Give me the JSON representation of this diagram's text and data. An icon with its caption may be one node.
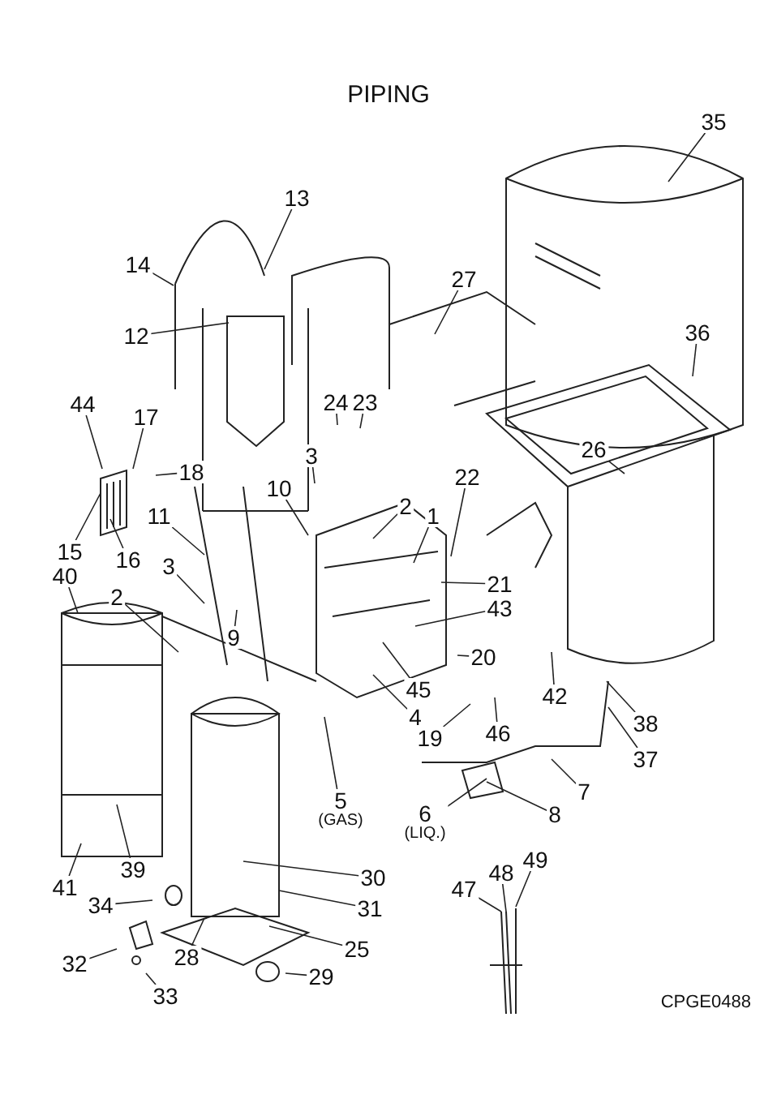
{
  "diagram": {
    "title": "PIPING",
    "nodes": [
      {
        "text": [
          "35"
        ]
      },
      {
        "text": [
          "13"
        ]
      },
      {
        "text": [
          "14"
        ]
      },
      {
        "text": [
          "12"
        ]
      },
      {
        "text": [
          "27"
        ]
      },
      {
        "text": [
          "36"
        ]
      },
      {
        "text": [
          "24"
        ]
      },
      {
        "text": [
          "23"
        ]
      },
      {
        "text": [
          "44"
        ]
      },
      {
        "text": [
          "17"
        ]
      },
      {
        "text": [
          "3"
        ]
      },
      {
        "text": [
          "26"
        ]
      },
      {
        "text": [
          "18"
        ]
      },
      {
        "text": [
          "22"
        ]
      },
      {
        "text": [
          "10"
        ]
      },
      {
        "text": [
          "2"
        ]
      },
      {
        "text": [
          "11"
        ]
      },
      {
        "text": [
          "1"
        ]
      },
      {
        "text": [
          "15"
        ]
      },
      {
        "text": [
          "16"
        ]
      },
      {
        "text": [
          "3"
        ]
      },
      {
        "text": [
          "21"
        ]
      },
      {
        "text": [
          "40"
        ]
      },
      {
        "text": [
          "2"
        ]
      },
      {
        "text": [
          "43"
        ]
      },
      {
        "text": [
          "9"
        ]
      },
      {
        "text": [
          "20"
        ]
      },
      {
        "text": [
          "42"
        ]
      },
      {
        "text": [
          "45"
        ]
      },
      {
        "text": [
          "4"
        ]
      },
      {
        "text": [
          "38"
        ]
      },
      {
        "text": [
          "19"
        ]
      },
      {
        "text": [
          "46"
        ]
      },
      {
        "text": [
          "37"
        ]
      },
      {
        "text": [
          "5",
          "(GAS)"
        ]
      },
      {
        "text": [
          "7"
        ]
      },
      {
        "text": [
          "6",
          "(LIQ.)"
        ]
      },
      {
        "text": [
          "8"
        ]
      },
      {
        "text": [
          "41"
        ]
      },
      {
        "text": [
          "39"
        ]
      },
      {
        "text": [
          "30"
        ]
      },
      {
        "text": [
          "31"
        ]
      },
      {
        "text": [
          "34"
        ]
      },
      {
        "text": [
          "32"
        ]
      },
      {
        "text": [
          "28"
        ]
      },
      {
        "text": [
          "25"
        ]
      },
      {
        "text": [
          "29"
        ]
      },
      {
        "text": [
          "33"
        ]
      },
      {
        "text": [
          "47"
        ]
      },
      {
        "text": [
          "48"
        ]
      },
      {
        "text": [
          "49"
        ]
      }
    ],
    "edges": [
      {
        "from": 0,
        "to": null,
        "arrow": "none"
      },
      {
        "from": 1,
        "to": null,
        "arrow": "none"
      },
      {
        "from": 2,
        "to": null,
        "arrow": "none"
      },
      {
        "from": 3,
        "to": null,
        "arrow": "none"
      },
      {
        "from": 4,
        "to": null,
        "arrow": "none"
      },
      {
        "from": 5,
        "to": null,
        "arrow": "none"
      },
      {
        "from": 6,
        "to": null,
        "arrow": "none"
      },
      {
        "from": 7,
        "to": null,
        "arrow": "none"
      },
      {
        "from": 8,
        "to": null,
        "arrow": "none"
      },
      {
        "from": 9,
        "to": null,
        "arrow": "none"
      },
      {
        "from": 10,
        "to": null,
        "arrow": "none"
      },
      {
        "from": 11,
        "to": null,
        "arrow": "none"
      },
      {
        "from": 12,
        "to": null,
        "arrow": "none"
      },
      {
        "from": 13,
        "to": null,
        "arrow": "none"
      },
      {
        "from": 14,
        "to": null,
        "arrow": "none"
      },
      {
        "from": 15,
        "to": null,
        "arrow": "none"
      },
      {
        "from": 16,
        "to": null,
        "arrow": "none"
      },
      {
        "from": 17,
        "to": null,
        "arrow": "none"
      },
      {
        "from": 18,
        "to": null,
        "arrow": "none"
      },
      {
        "from": 19,
        "to": null,
        "arrow": "none"
      },
      {
        "from": 20,
        "to": null,
        "arrow": "none"
      },
      {
        "from": 21,
        "to": null,
        "arrow": "none"
      },
      {
        "from": 22,
        "to": null,
        "arrow": "none"
      },
      {
        "from": 23,
        "to": null,
        "arrow": "none"
      },
      {
        "from": 24,
        "to": null,
        "arrow": "none"
      },
      {
        "from": 25,
        "to": null,
        "arrow": "none"
      },
      {
        "from": 26,
        "to": null,
        "arrow": "none"
      },
      {
        "from": 27,
        "to": null,
        "arrow": "none"
      },
      {
        "from": 28,
        "to": null,
        "arrow": "none"
      },
      {
        "from": 29,
        "to": null,
        "arrow": "none"
      },
      {
        "from": 30,
        "to": null,
        "arrow": "none"
      },
      {
        "from": 31,
        "to": null,
        "arrow": "none"
      },
      {
        "from": 32,
        "to": null,
        "arrow": "none"
      },
      {
        "from": 33,
        "to": null,
        "arrow": "none"
      },
      {
        "from": 34,
        "to": null,
        "arrow": "none"
      },
      {
        "from": 35,
        "to": null,
        "arrow": "none"
      },
      {
        "from": 36,
        "to": null,
        "arrow": "none"
      },
      {
        "from": 37,
        "to": null,
        "arrow": "none"
      },
      {
        "from": 38,
        "to": null,
        "arrow": "none"
      },
      {
        "from": 39,
        "to": null,
        "arrow": "none"
      },
      {
        "from": 40,
        "to": null,
        "arrow": "none"
      },
      {
        "from": 41,
        "to": null,
        "arrow": "none"
      },
      {
        "from": 42,
        "to": null,
        "arrow": "none"
      },
      {
        "from": 43,
        "to": null,
        "arrow": "none"
      },
      {
        "from": 44,
        "to": null,
        "arrow": "none"
      },
      {
        "from": 45,
        "to": null,
        "arrow": "none"
      },
      {
        "from": 46,
        "to": null,
        "arrow": "none"
      },
      {
        "from": 47,
        "to": null,
        "arrow": "none"
      },
      {
        "from": 48,
        "to": null,
        "arrow": "none"
      },
      {
        "from": 49,
        "to": null,
        "arrow": "none"
      },
      {
        "from": 50,
        "to": null,
        "arrow": "none"
      }
    ],
    "labels": [
      "CPGE0488"
    ]
  }
}
